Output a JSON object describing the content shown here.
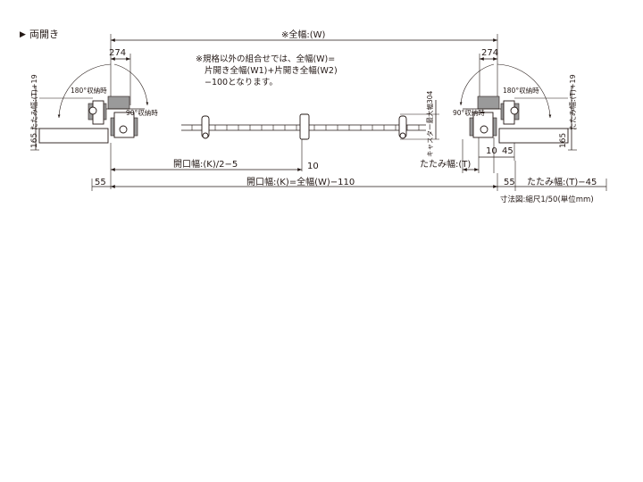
{
  "header": {
    "marker": "▶",
    "title": "両開き"
  },
  "dims": {
    "total_width": "※全幅:(W)",
    "left_274": "274",
    "right_274": "274",
    "opening_half": "開口幅:(K)/2−5",
    "ten_left": "10",
    "opening_full": "開口幅:(K)=全幅(W)−110",
    "fifty_five_left": "55",
    "fifty_five_right": "55",
    "fold_width": "たたみ幅:(T)",
    "ten_right": "10",
    "forty_five": "45",
    "fold_minus": "たたみ幅:(T)−45",
    "left_165": "165",
    "right_165": "165",
    "left_fold_vertical": "たたみ幅:(T)+19",
    "right_fold_vertical": "たたみ幅:(T)+19",
    "caster": "キャスター最大幅304"
  },
  "note": {
    "line1": "※規格以外の組合せでは、全幅(W)=",
    "line2": "片開き全幅(W1)+片開き全幅(W2)",
    "line3": "−100となります。"
  },
  "angles": {
    "left_180": "180°収納時",
    "left_90": "90°収納時",
    "right_180": "180°収納時",
    "right_90": "90°収納時"
  },
  "scale_note": "寸法図:縮尺1/50(単位mm)"
}
